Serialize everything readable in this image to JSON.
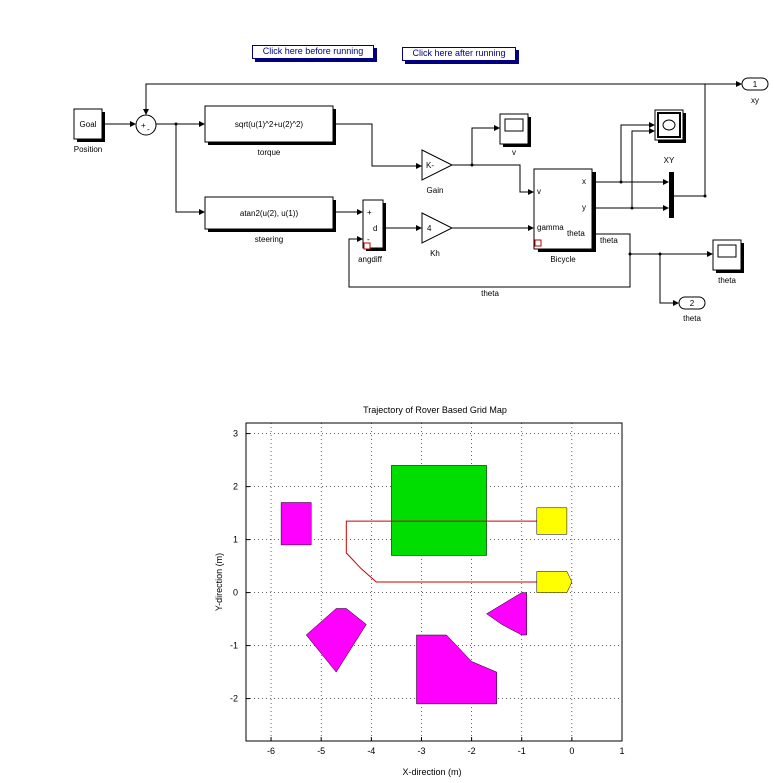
{
  "buttons": {
    "before": "Click here before running",
    "after": "Click here after running"
  },
  "blocks": {
    "goal_text": "Goal",
    "goal_label": "Position",
    "sum_sign": "+",
    "sum_sign2": "-",
    "torque_expr": "sqrt(u(1)^2+u(2)^2)",
    "torque_label": "torque",
    "steering_expr": "atan2(u(2), u(1))",
    "steering_label": "steering",
    "gain_text": "K-",
    "gain_label": "Gain",
    "kh_text": "4",
    "kh_label": "Kh",
    "angdiff_plus": "+",
    "angdiff_d": "d",
    "angdiff_minus": "-",
    "angdiff_label": "angdiff",
    "bicycle_in_v": "v",
    "bicycle_in_gamma": "gamma",
    "bicycle_out_x": "x",
    "bicycle_out_y": "y",
    "bicycle_out_theta": "theta",
    "bicycle_label": "Bicycle",
    "scope_v_label": "v",
    "scope_xy_label": "XY",
    "scope_theta_label": "theta",
    "out1_num": "1",
    "out1_label": "xy",
    "out2_num": "2",
    "out2_label": "theta",
    "wire_theta_label": "theta",
    "wire_theta2_label": "theta"
  },
  "chart_data": {
    "type": "map",
    "title": "Trajectory of Rover Based Grid Map",
    "xlabel": "X-direction (m)",
    "ylabel": "Y-direction (m)",
    "xlim": [
      -6.5,
      1
    ],
    "ylim": [
      -2.8,
      3.2
    ],
    "xticks": [
      -6,
      -5,
      -4,
      -3,
      -2,
      -1,
      0,
      1
    ],
    "yticks": [
      -2,
      -1,
      0,
      1,
      2,
      3
    ],
    "grid": true,
    "obstacles": [
      {
        "color": "#00dd00",
        "points": [
          [
            -3.6,
            0.7
          ],
          [
            -1.7,
            0.7
          ],
          [
            -1.7,
            2.4
          ],
          [
            -3.6,
            2.4
          ]
        ]
      },
      {
        "color": "#ff00ff",
        "points": [
          [
            -5.8,
            0.9
          ],
          [
            -5.2,
            0.9
          ],
          [
            -5.2,
            1.7
          ],
          [
            -5.8,
            1.7
          ]
        ]
      },
      {
        "color": "#ff00ff",
        "points": [
          [
            -5.3,
            -0.8
          ],
          [
            -4.7,
            -0.3
          ],
          [
            -4.5,
            -0.3
          ],
          [
            -4.1,
            -0.6
          ],
          [
            -4.7,
            -1.5
          ]
        ]
      },
      {
        "color": "#ff00ff",
        "points": [
          [
            -1.0,
            -0.8
          ],
          [
            -1.4,
            -0.6
          ],
          [
            -1.7,
            -0.4
          ],
          [
            -1.0,
            0.0
          ],
          [
            -0.9,
            0.0
          ],
          [
            -0.9,
            -0.8
          ]
        ]
      },
      {
        "color": "#ff00ff",
        "points": [
          [
            -3.1,
            -2.1
          ],
          [
            -1.5,
            -2.1
          ],
          [
            -1.5,
            -1.5
          ],
          [
            -2.0,
            -1.3
          ],
          [
            -2.5,
            -0.8
          ],
          [
            -3.1,
            -0.8
          ]
        ]
      }
    ],
    "rovers": [
      {
        "color": "#ffff00",
        "points": [
          [
            -0.7,
            0.0
          ],
          [
            -0.1,
            0.0
          ],
          [
            0.0,
            0.2
          ],
          [
            -0.1,
            0.4
          ],
          [
            -0.7,
            0.4
          ]
        ]
      },
      {
        "color": "#ffff00",
        "points": [
          [
            -0.7,
            1.1
          ],
          [
            -0.1,
            1.1
          ],
          [
            -0.1,
            1.6
          ],
          [
            -0.7,
            1.6
          ]
        ]
      }
    ],
    "trajectory": {
      "color": "#cc0000",
      "points": [
        [
          -0.6,
          1.35
        ],
        [
          -4.5,
          1.35
        ],
        [
          -4.5,
          0.75
        ],
        [
          -4.2,
          0.45
        ],
        [
          -3.9,
          0.2
        ],
        [
          -0.6,
          0.2
        ]
      ]
    }
  }
}
